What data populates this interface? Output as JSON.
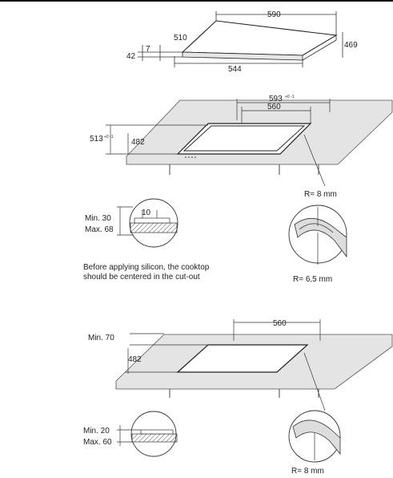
{
  "top_view": {
    "dim_width": "590",
    "dim_depth_left": "510",
    "dim_depth_right": "469",
    "dim_base": "544",
    "dim_height": "42",
    "dim_glass": "7"
  },
  "cutout_1": {
    "dim_outer_width": "593",
    "dim_outer_width_tol": "+0 -1",
    "dim_inner_width": "560",
    "dim_outer_depth": "513",
    "dim_outer_depth_tol": "+0 -1",
    "dim_inner_depth": "482",
    "radius_outer": "R= 8 mm",
    "radius_inner": "R= 6,5 mm",
    "thickness_min": "Min. 30",
    "thickness_max": "Max. 68",
    "offset": "10",
    "note_line1": "Before applying silicon, the cooktop",
    "note_line2": "should be centered in the cut-out"
  },
  "cutout_2": {
    "dim_front": "Min. 70",
    "dim_depth": "482",
    "dim_width": "560",
    "thickness_min": "Min. 20",
    "thickness_max": "Max. 60",
    "radius": "R= 8 mm"
  }
}
